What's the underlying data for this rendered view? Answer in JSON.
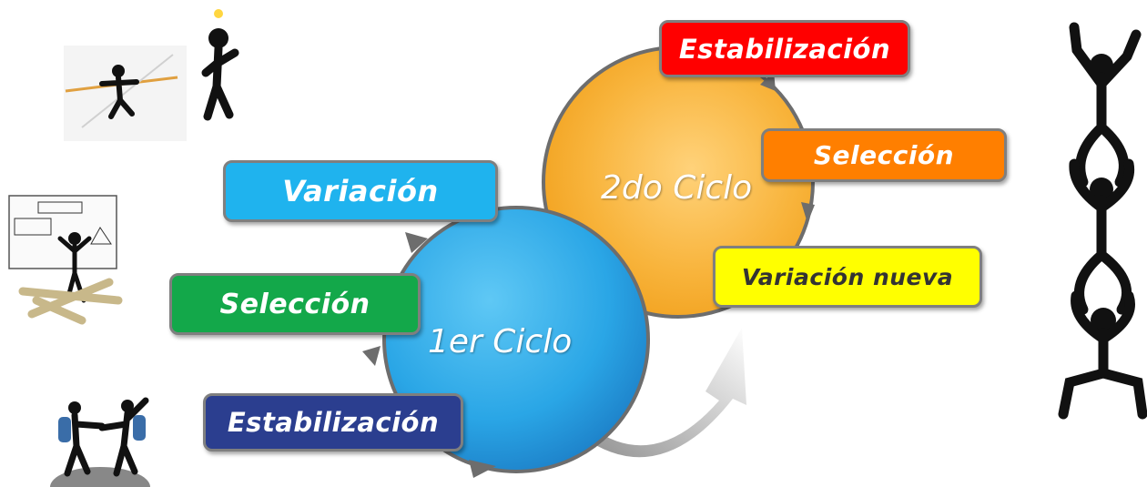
{
  "cycles": {
    "first": {
      "label": "1er Ciclo"
    },
    "second": {
      "label": "2do Ciclo"
    }
  },
  "first_cycle_steps": {
    "variation": "Variación",
    "selection": "Selección",
    "stabilization": "Estabilización"
  },
  "second_cycle_steps": {
    "new_variation": "Variación nueva",
    "selection": "Selección",
    "stabilization": "Estabilización"
  },
  "colors": {
    "cycle1": "#1e90d8",
    "cycle2": "#f5a623",
    "variation": "#1fb3ee",
    "selection1": "#13a84a",
    "stabilization1": "#2b3e8f",
    "new_variation": "#ffff00",
    "selection2": "#ff7f00",
    "stabilization2": "#ff0000"
  },
  "illustrations": [
    "tightrope-walker-clipart",
    "idea-figure-clipart",
    "whiteboard-figure-clipart",
    "hikers-clipart",
    "stacked-acrobats-clipart"
  ]
}
